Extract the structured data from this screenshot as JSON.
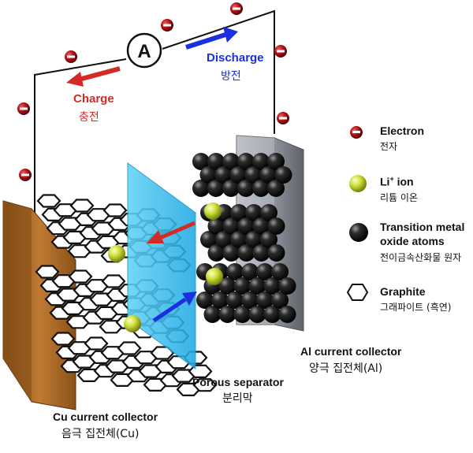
{
  "ammeter": {
    "symbol": "A"
  },
  "discharge": {
    "en": "Discharge",
    "ko": "방전",
    "color": "#1a2fe0"
  },
  "charge": {
    "en": "Charge",
    "ko": "충전",
    "color": "#d42a25"
  },
  "legend": [
    {
      "en": "Electron",
      "ko": "전자",
      "icon": "electron-icon"
    },
    {
      "en_main": "Li",
      "en_sup": "+",
      "en_rest": " ion",
      "ko": "리튬 이온",
      "icon": "li-ion-icon"
    },
    {
      "en_line1": "Transition metal",
      "en_line2": "oxide atoms",
      "ko": "전이금속산화물 원자",
      "icon": "oxide-atom-icon"
    },
    {
      "en": "Graphite",
      "ko": "그래파이트 (흑연)",
      "icon": "graphite-hexagon-icon"
    }
  ],
  "labels": {
    "cu_en": "Cu current collector",
    "cu_ko": "음극 집전체(Cu)",
    "al_en": "Al current collector",
    "al_ko": "양극 집전체(Al)",
    "sep_en": "Porous separator",
    "sep_ko": "분리막"
  },
  "colors": {
    "electron": "#b01015",
    "li_ion": "#c8d82a",
    "oxide": "#111111",
    "separator": "#3fc1f0",
    "cu_collector": "#b5722c",
    "al_collector": "#8e929a",
    "wire": "#111111"
  }
}
